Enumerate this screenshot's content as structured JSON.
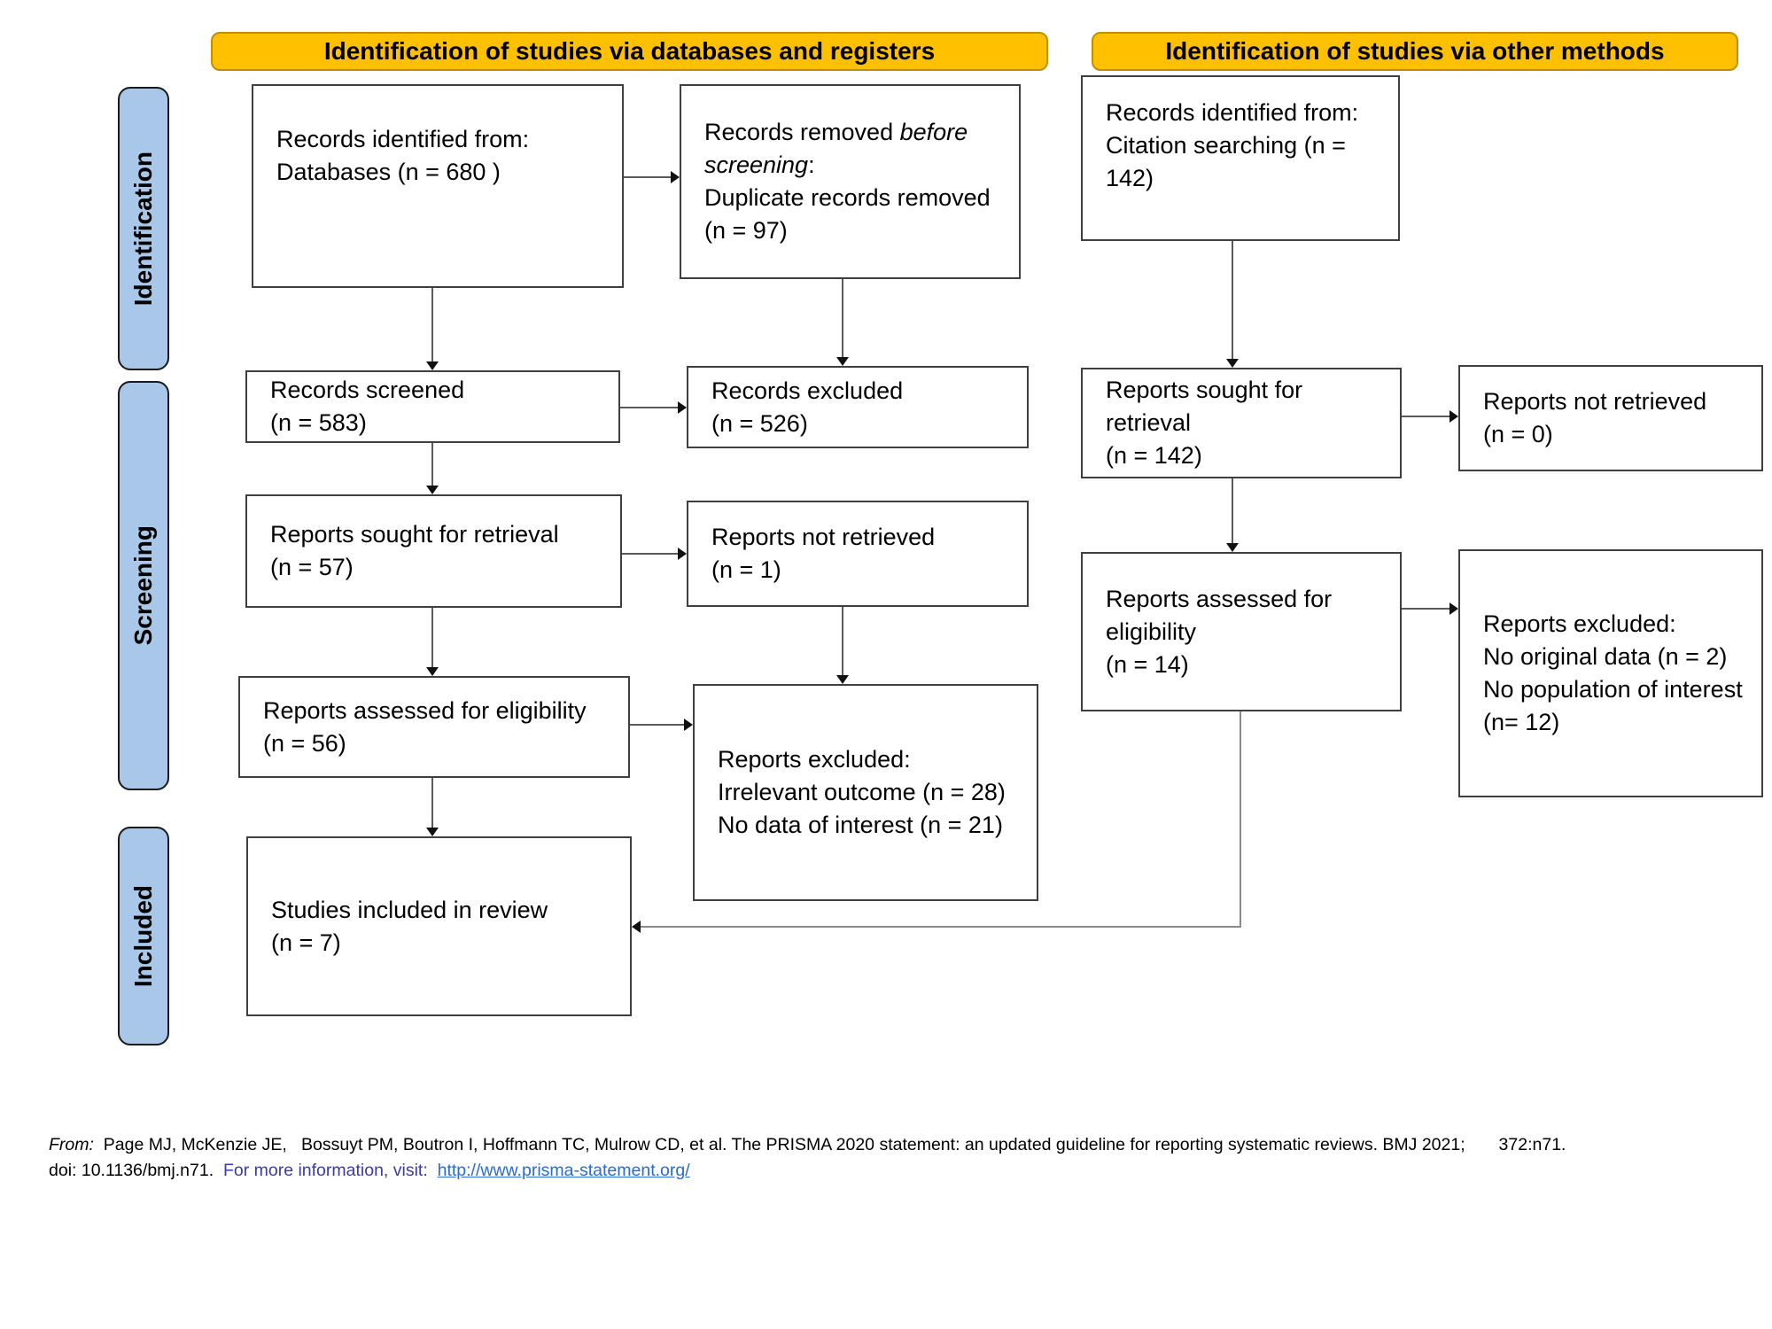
{
  "colors": {
    "header_bg": "#FFC000",
    "header_border": "#BF8F00",
    "stage_bg": "#A9C7E8",
    "stage_border": "#1a1a1a",
    "box_border": "#3f3f3f",
    "line": "#5a5a5a",
    "footer_note": "#3B3BA6",
    "link": "#2B6BD4"
  },
  "headers": {
    "databases": "Identification of studies via databases and registers",
    "other_methods": "Identification of studies via other methods"
  },
  "stages": {
    "identification": "Identification",
    "screening": "Screening",
    "included": "Included"
  },
  "boxes": {
    "records_identified": {
      "lines": [
        "Records identified from:",
        "Databases (n = 680 )"
      ]
    },
    "records_removed": {
      "lines": [
        [
          {
            "t": "Records removed ",
            "i": false
          },
          {
            "t": "before",
            "i": true
          }
        ],
        [
          {
            "t": "screening",
            "i": true
          },
          {
            "t": ":",
            "i": false
          }
        ],
        "Duplicate records removed",
        "(n = 97)"
      ]
    },
    "citation_searching": {
      "lines": [
        "Records identified from:",
        "Citation searching (n =",
        "142)"
      ]
    },
    "records_screened": {
      "lines": [
        "Records screened",
        "(n = 583)"
      ]
    },
    "records_excluded": {
      "lines": [
        "Records excluded",
        "(n = 526)"
      ]
    },
    "reports_sought": {
      "lines": [
        "Reports sought for retrieval",
        "(n = 57)"
      ]
    },
    "reports_not_retrieved": {
      "lines": [
        "Reports not retrieved",
        "(n = 1)"
      ]
    },
    "reports_sought_other": {
      "lines": [
        "Reports sought for",
        "retrieval",
        "(n = 142)"
      ]
    },
    "reports_not_retrieved_other": {
      "lines": [
        "Reports not retrieved",
        "(n = 0)"
      ]
    },
    "reports_assessed": {
      "lines": [
        "Reports assessed for eligibility",
        "(n = 56)"
      ]
    },
    "reports_excluded": {
      "lines": [
        "Reports excluded:",
        "Irrelevant outcome (n = 28)",
        "No data of interest (n = 21)"
      ]
    },
    "reports_assessed_other": {
      "lines": [
        "Reports assessed for",
        "eligibility",
        "(n = 14)"
      ]
    },
    "reports_excluded_other": {
      "lines": [
        "Reports excluded:",
        "No original data (n = 2)",
        "No population of interest",
        "(n= 12)"
      ]
    },
    "studies_included": {
      "lines": [
        "Studies included in review",
        "(n = 7)"
      ]
    }
  },
  "footer": {
    "from_label": "From:",
    "citation": "  Page MJ, McKenzie JE,   Bossuyt PM, Boutron I, Hoffmann TC, Mulrow CD, et al. The PRISMA 2020 statement: an updated guideline for reporting systematic reviews. BMJ 2021;       372:n71.",
    "doi": "doi: 10.1136/bmj.n71.  ",
    "more_info": "For more information, visit:  ",
    "link": "http://www.prisma-statement.org/"
  }
}
